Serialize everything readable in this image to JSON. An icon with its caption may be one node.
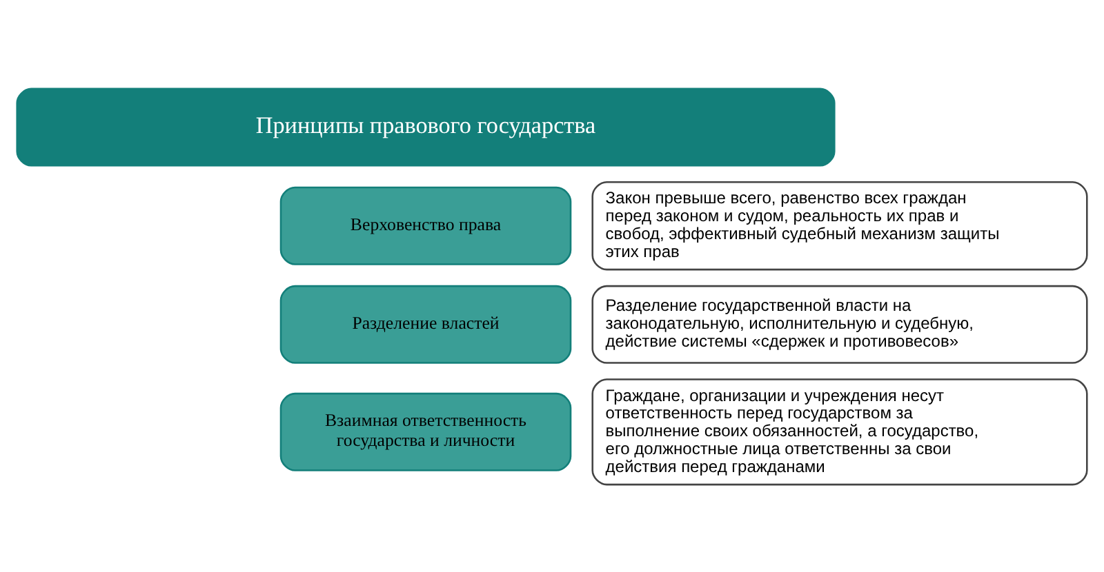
{
  "diagram": {
    "nodes": [
      {
        "text": [
          "Принципы правового государства"
        ]
      },
      {
        "text": [
          "Верховенство права"
        ]
      },
      {
        "text": [
          "Закон превыше всего, равенство всех граждан перед законом и судом, реальность их прав и свобод, эффективный судебный механизм защиты этих прав"
        ]
      },
      {
        "text": [
          "Разделение властей"
        ]
      },
      {
        "text": [
          "Разделение государственной власти на законодательную, исполнительную и судебную, действие системы «сдержек и противовесов»"
        ]
      },
      {
        "text": [
          "Взаимная ответственность государства и личности"
        ]
      },
      {
        "text": [
          "Граждане, организации и учреждения несут ответственность перед государством за выполнение своих обязанностей, а государство, его должностные лица ответственны за свои действия перед гражданами"
        ]
      }
    ]
  }
}
